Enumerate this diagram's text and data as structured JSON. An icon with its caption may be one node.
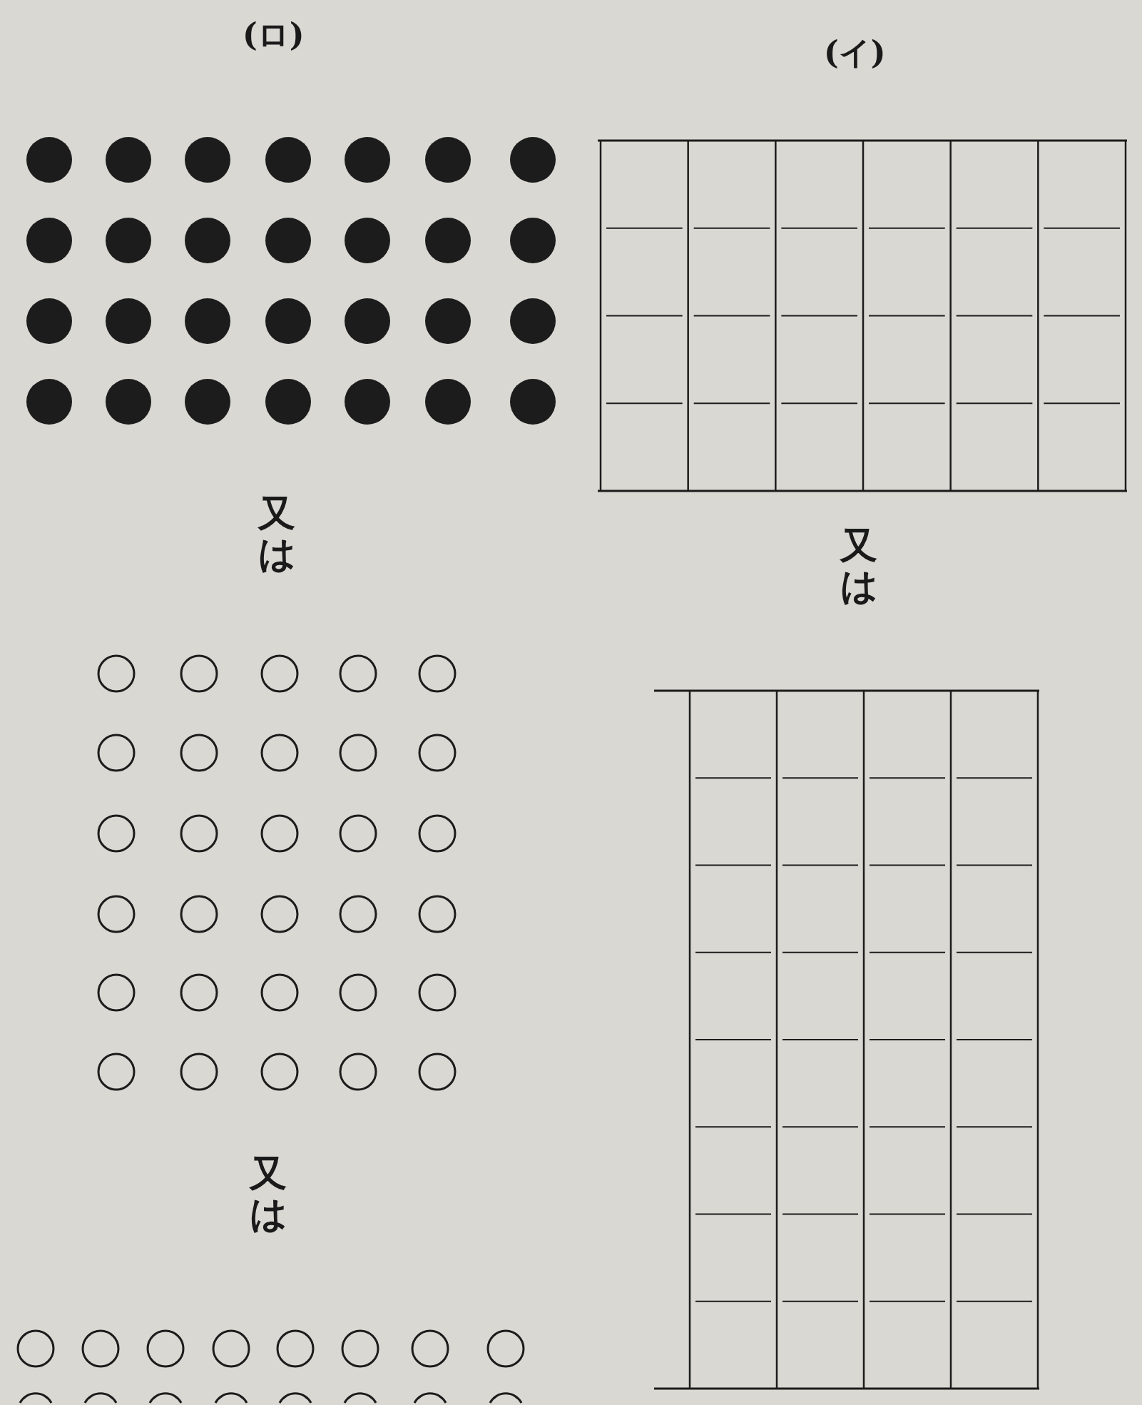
{
  "diagram": {
    "labels": [
      "(ロ)",
      "(イ)",
      "又は",
      "又は",
      "又は"
    ]
  }
}
